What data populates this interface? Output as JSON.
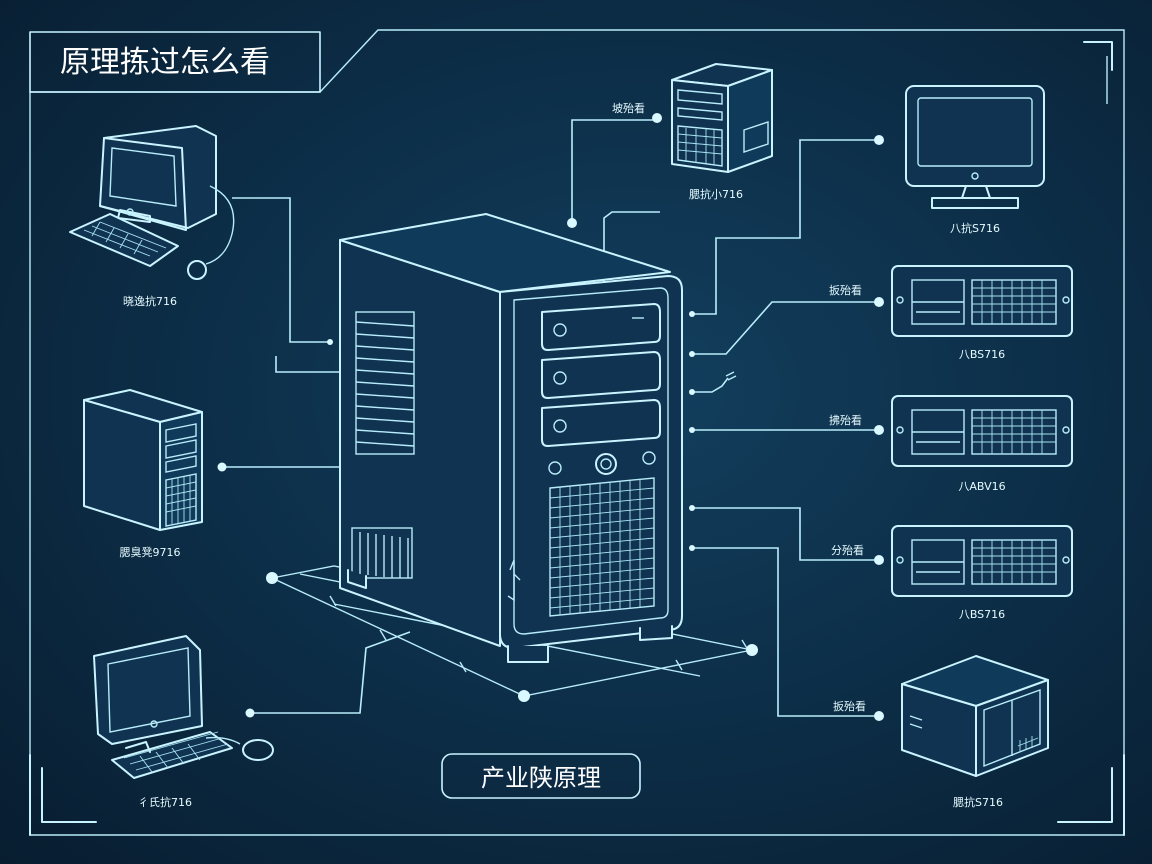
{
  "title": "原理拣过怎么看",
  "footer_label": "产业陕原理",
  "labels": {
    "left_pc_top": "晓逸抗716",
    "left_tower": "腮臭凳9716",
    "left_pc_bottom": "彳氏抗716",
    "top_tower_name": "坡殆看",
    "top_tower_code": "腮抗小716",
    "monitor_code": "八抗S716",
    "drive1_name": "扳殆看",
    "drive1_code": "八BS716",
    "drive2_name": "拂殆看",
    "drive2_code": "八ABV16",
    "drive3_name": "分殆看",
    "drive3_code": "八BS716",
    "box_name": "扳殆看",
    "box_code": "腮抗S716"
  },
  "colors": {
    "line": "#c9f4ff",
    "background": "#0c2c45"
  }
}
